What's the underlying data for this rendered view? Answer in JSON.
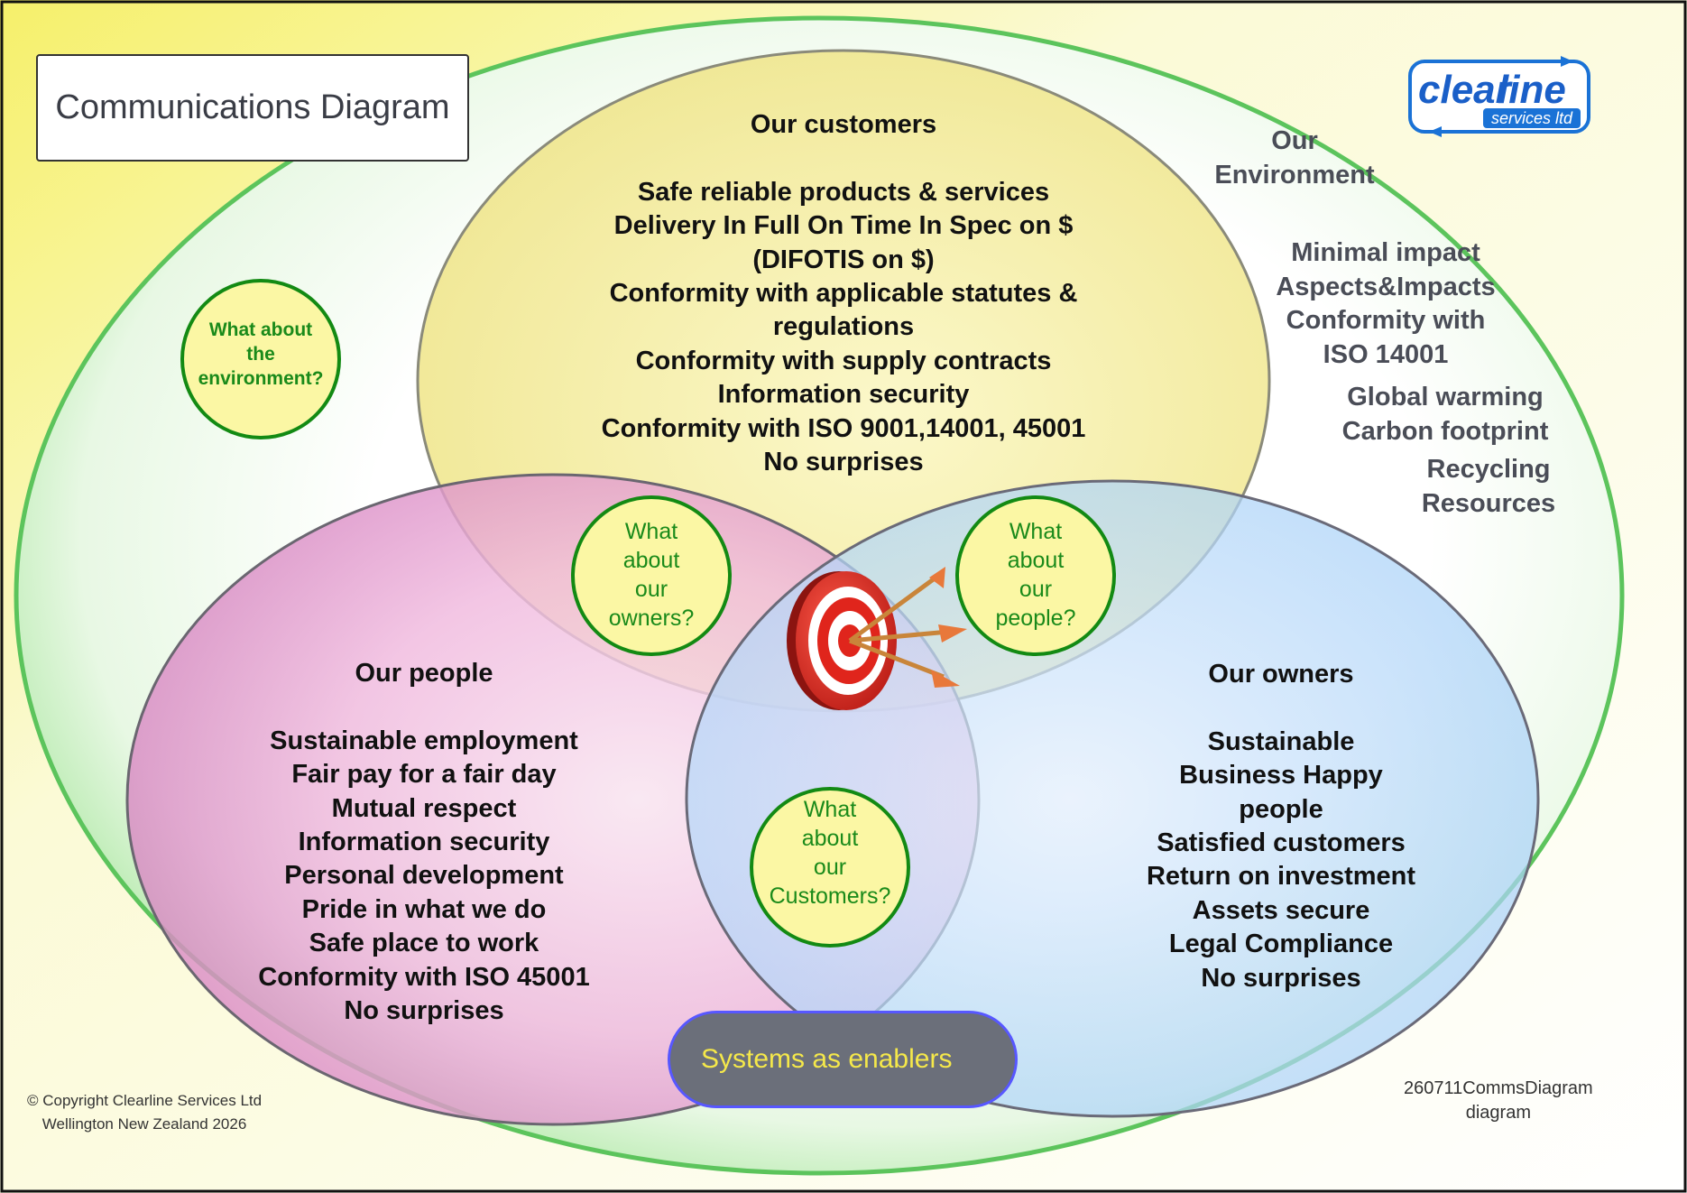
{
  "title": "Communications Diagram",
  "logo": {
    "brand_left": "clear",
    "brand_right": "line",
    "tagline": "services ltd"
  },
  "environment": {
    "heading": [
      "Our",
      "Environment"
    ],
    "group1": [
      "Minimal impact",
      "Aspects&Impacts",
      "Conformity with",
      "ISO 14001"
    ],
    "group2": [
      "Global warming",
      "Carbon footprint"
    ],
    "group3": [
      "Recycling",
      "Resources"
    ]
  },
  "customers": {
    "heading": "Our customers",
    "lines": [
      "Safe reliable products & services",
      "Delivery In Full On Time In Spec on $",
      "(DIFOTIS on $)",
      "Conformity with applicable statutes &",
      "regulations",
      "Conformity with supply contracts",
      "Information security",
      "Conformity with ISO 9001,14001, 45001",
      "No surprises"
    ]
  },
  "people": {
    "heading": "Our people",
    "lines": [
      "Sustainable employment",
      "Fair pay for a fair day",
      "Mutual respect",
      "Information security",
      "Personal development",
      "Pride in what we do",
      "Safe place to work",
      "Conformity with ISO 45001",
      "No surprises"
    ]
  },
  "owners": {
    "heading": "Our owners",
    "lines": [
      "Sustainable",
      "Business Happy",
      "people",
      "Satisfied customers",
      "Return on investment",
      "Assets secure",
      "Legal Compliance",
      "No surprises"
    ]
  },
  "bubbles": {
    "environment": [
      "What about",
      "the",
      "environment?"
    ],
    "owners": [
      "What",
      "about",
      "our",
      "owners?"
    ],
    "people": [
      "What",
      "about",
      "our",
      "people?"
    ],
    "customers": [
      "What",
      "about",
      "our",
      "Customers?"
    ]
  },
  "enablers": "Systems as enablers",
  "copyright": [
    "© Copyright Clearline Services Ltd",
    "Wellington New Zealand 2026"
  ],
  "doc_ref": [
    "260711CommsDiagram",
    "diagram"
  ],
  "colors": {
    "environment_border": "#5cc45c",
    "customers_fill": "#f3ec9a",
    "people_fill": "#e89ad0",
    "owners_fill": "#a9d3f7",
    "bubble_fill": "#fbf7a4",
    "bubble_border": "#138a13",
    "enablers_fill": "#6b6f7a",
    "enablers_text": "#f5e84a"
  }
}
